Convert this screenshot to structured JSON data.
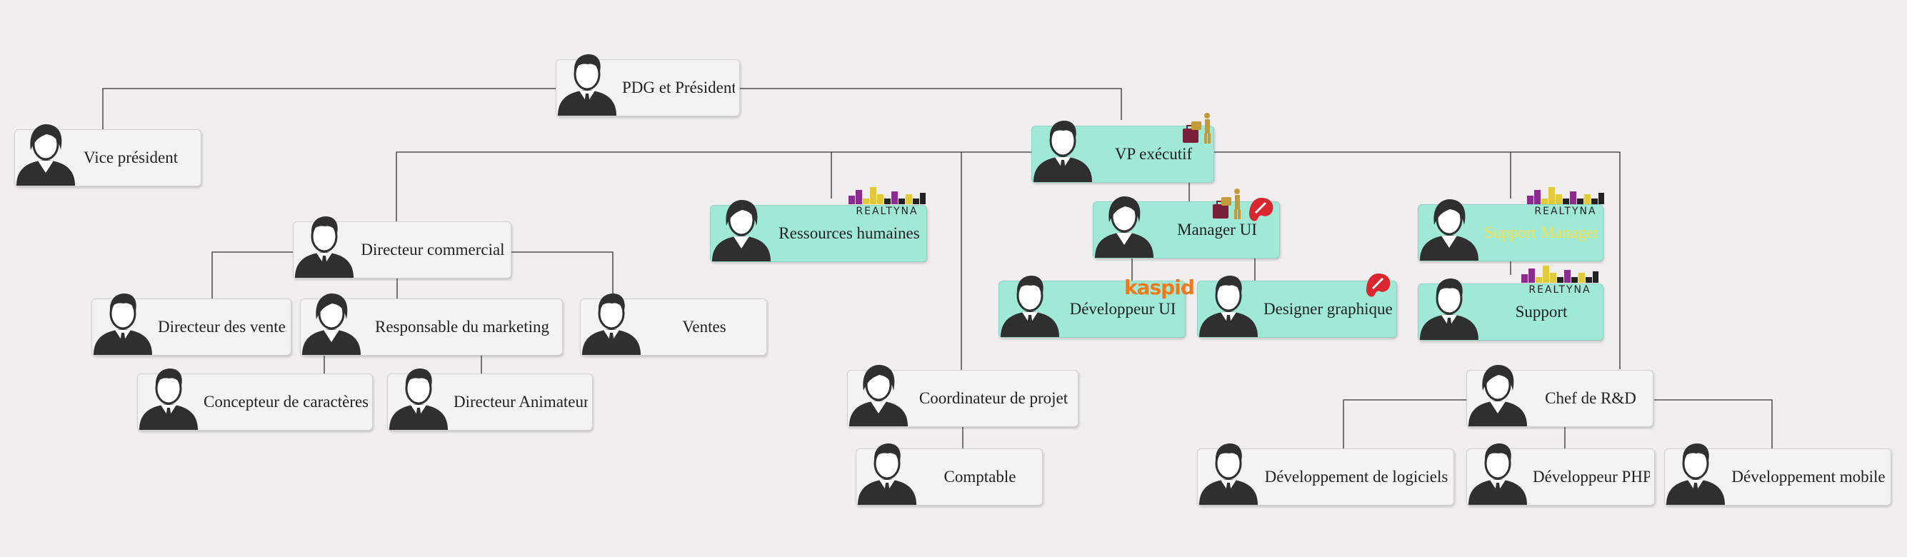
{
  "nodes": [
    {
      "id": "ceo",
      "label": "PDG et Président",
      "gender": "m",
      "style": "plain",
      "left_label": false
    },
    {
      "id": "vp",
      "label": "Vice président",
      "gender": "f",
      "style": "plain",
      "left_label": true
    },
    {
      "id": "evp",
      "label": "VP exécutif",
      "gender": "m",
      "style": "teal",
      "left_label": false
    },
    {
      "id": "sales_dir",
      "label": "Directeur commercial",
      "gender": "m",
      "style": "plain",
      "left_label": false
    },
    {
      "id": "hr",
      "label": "Ressources humaines",
      "gender": "f",
      "style": "teal",
      "left_label": false
    },
    {
      "id": "ui_mgr",
      "label": "Manager UI",
      "gender": "f",
      "style": "teal",
      "left_label": false
    },
    {
      "id": "support_mgr",
      "label": "Support Manager",
      "gender": "f",
      "style": "teal",
      "left_label": false
    },
    {
      "id": "sales_head",
      "label": "Directeur des ventes",
      "gender": "m",
      "style": "plain",
      "left_label": false
    },
    {
      "id": "marketing",
      "label": "Responsable du marketing",
      "gender": "f",
      "style": "plain",
      "left_label": false
    },
    {
      "id": "sales",
      "label": "Ventes",
      "gender": "m",
      "style": "plain",
      "left_label": false
    },
    {
      "id": "ui_dev",
      "label": "Développeur UI",
      "gender": "m",
      "style": "teal",
      "left_label": false
    },
    {
      "id": "graphic",
      "label": "Designer graphique",
      "gender": "m",
      "style": "teal",
      "left_label": false
    },
    {
      "id": "support",
      "label": "Support",
      "gender": "m",
      "style": "teal",
      "left_label": false
    },
    {
      "id": "typo",
      "label": "Concepteur de caractères",
      "gender": "m",
      "style": "plain",
      "left_label": false
    },
    {
      "id": "animator",
      "label": "Directeur Animateur",
      "gender": "m",
      "style": "plain",
      "left_label": false
    },
    {
      "id": "coord",
      "label": "Coordinateur de projet",
      "gender": "f",
      "style": "plain",
      "left_label": false
    },
    {
      "id": "rd",
      "label": "Chef de R&D",
      "gender": "f",
      "style": "plain",
      "left_label": false
    },
    {
      "id": "accountant",
      "label": "Comptable",
      "gender": "m",
      "style": "plain",
      "left_label": false
    },
    {
      "id": "software",
      "label": "Développement de logiciels",
      "gender": "m",
      "style": "plain",
      "left_label": false
    },
    {
      "id": "php",
      "label": "Développeur PHP",
      "gender": "m",
      "style": "plain",
      "left_label": false
    },
    {
      "id": "mobile",
      "label": "Développement mobile",
      "gender": "m",
      "style": "plain",
      "left_label": false
    }
  ],
  "edges": [
    [
      "ceo",
      "vp"
    ],
    [
      "ceo",
      "evp"
    ],
    [
      "evp",
      "sales_dir"
    ],
    [
      "evp",
      "hr"
    ],
    [
      "evp",
      "coord"
    ],
    [
      "evp",
      "ui_mgr"
    ],
    [
      "evp",
      "support_mgr"
    ],
    [
      "evp",
      "rd"
    ],
    [
      "sales_dir",
      "sales_head"
    ],
    [
      "sales_dir",
      "marketing"
    ],
    [
      "sales_dir",
      "sales"
    ],
    [
      "marketing",
      "typo"
    ],
    [
      "marketing",
      "animator"
    ],
    [
      "ui_mgr",
      "ui_dev"
    ],
    [
      "ui_mgr",
      "graphic"
    ],
    [
      "support_mgr",
      "support"
    ],
    [
      "coord",
      "accountant"
    ],
    [
      "rd",
      "software"
    ],
    [
      "rd",
      "php"
    ],
    [
      "rd",
      "mobile"
    ]
  ],
  "logos": {
    "realtyna_word": "REALTYNA",
    "kaspid_word": "kaspid"
  },
  "colors": {
    "line": "#333333",
    "teal_fill": "#9fe9d6",
    "plain_fill": "#f4f3f3",
    "avatar": "#2f2f2f",
    "support_manager_text": "#f4e04a"
  }
}
